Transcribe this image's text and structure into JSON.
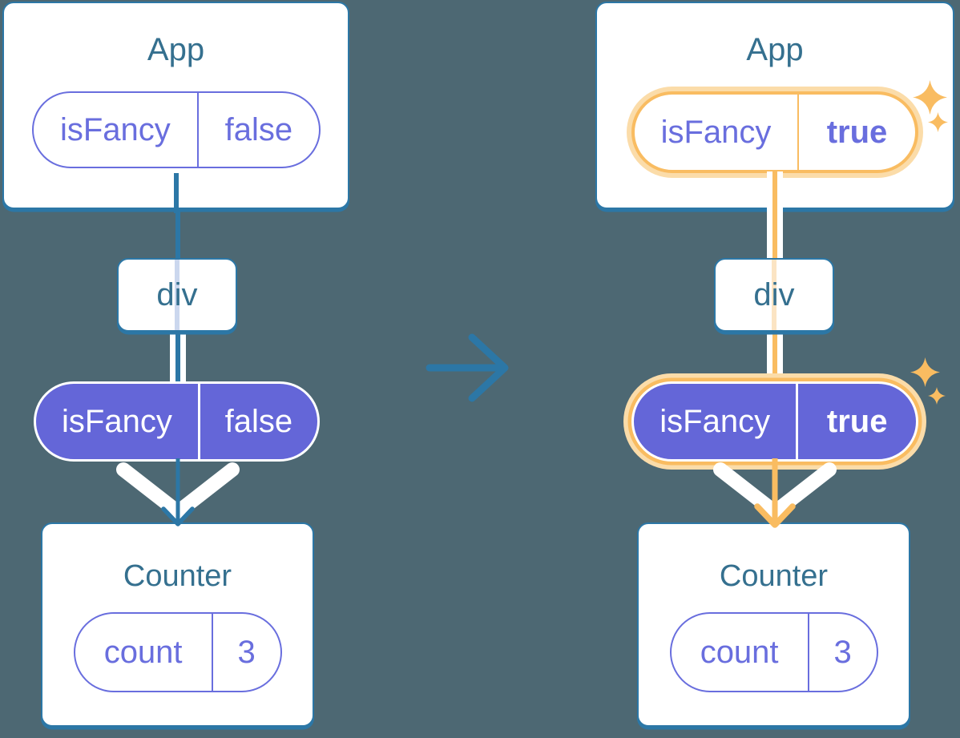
{
  "colors": {
    "background": "#4D6873",
    "tree_line_blue": "#2C77A6",
    "component_title": "#35708F",
    "pill_purple": "#696EDE",
    "pill_purple_fill": "#6466D8",
    "highlight_orange": "#F9BC61",
    "highlight_orange_glow": "#FBDCA9",
    "passthrough_line_before": "#CBD7EE",
    "passthrough_line_after": "#FBE4C3"
  },
  "icons": {
    "transition": "arrow-right-icon",
    "highlight": "sparkle-icon",
    "rerender": "chevron-down-arrow-icon"
  },
  "before": {
    "app": {
      "title": "App",
      "state_name": "isFancy",
      "state_value": "false"
    },
    "container_label": "div",
    "prop_name": "isFancy",
    "prop_value": "false",
    "counter": {
      "title": "Counter",
      "state_name": "count",
      "state_value": "3"
    }
  },
  "after": {
    "app": {
      "title": "App",
      "state_name": "isFancy",
      "state_value": "true"
    },
    "container_label": "div",
    "prop_name": "isFancy",
    "prop_value": "true",
    "counter": {
      "title": "Counter",
      "state_name": "count",
      "state_value": "3"
    }
  }
}
